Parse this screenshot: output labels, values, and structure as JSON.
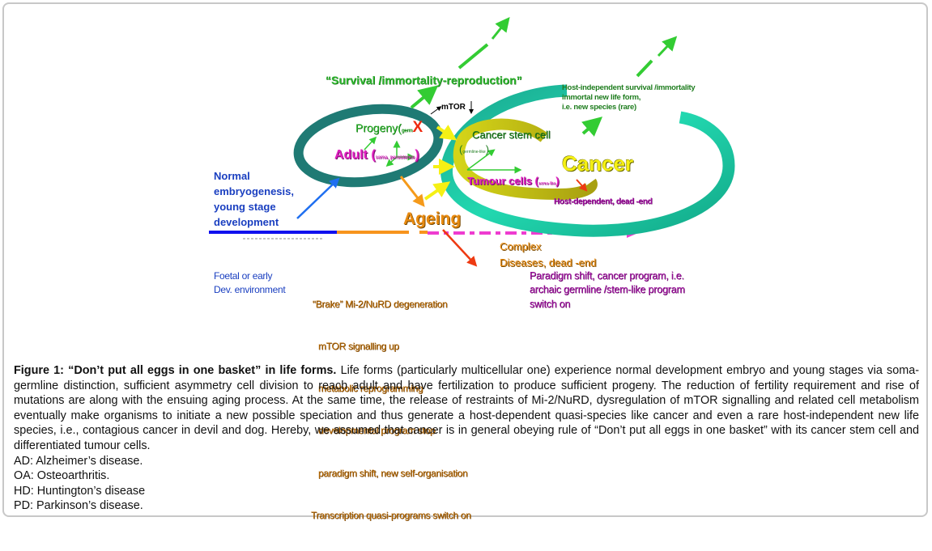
{
  "figure": {
    "labels": {
      "survival": "“Survival /immortality-reproduction”",
      "host_independent": [
        "Host-independent survival /immortality",
        "immortal new life form,",
        "i.e. new species (rare)"
      ],
      "mtor": "mTOR",
      "progeny": "Progeny(",
      "progeny_sub": "germ",
      "x_mark": "X",
      "adult": "Adult (",
      "adult_sub": "soma, persistence",
      "adult_close": ")",
      "cancer_stem_cell": "Cancer stem cell",
      "cancer_stem_sub": "germline-like",
      "cancer": "Cancer",
      "tumour_cells": "Tumour cells (",
      "tumour_sub": "soma-like",
      "tumour_close": ")",
      "host_dependent": "Host-dependent, dead -end",
      "normal_dev": [
        "Normal",
        "embryogenesis,",
        "young stage",
        "development"
      ],
      "ageing": "Ageing",
      "complex": "Complex",
      "diseases": "Diseases, dead -end",
      "foetal": [
        "Foetal or early",
        "Dev. environment"
      ],
      "brake_list": [
        "“Brake” Mi-2/NuRD degeneration",
        " mTOR signalling up",
        " metabolic reprogramming",
        " developmental program stop",
        " paradigm shift, new self-organisation",
        "Transcription quasi-programs switch on"
      ],
      "paradigm": [
        "Paradigm shift, cancer program, i.e.",
        "archaic germline /stem-like program",
        "switch on"
      ]
    },
    "colors": {
      "teal_ring": "#1f8a80",
      "cancer_ring": "#1ecca8",
      "stem_ring": "#c8c814",
      "arrow_green": "#33cc33",
      "arrow_yellow": "#f5f014",
      "arrow_orange": "#f59a1a",
      "arrow_red": "#ee3a12",
      "arrow_blue": "#1f6ff0",
      "timeline_blue": "#1010ee",
      "timeline_orange": "#f7941d",
      "timeline_pink": "#ee3cd0"
    }
  },
  "caption": {
    "title": "Figure 1: “Don’t put all eggs in one basket” in life forms.",
    "body": " Life forms (particularly multicellular one) experience normal development embryo and young stages via soma-germline distinction, sufficient asymmetry cell division to reach adult and have fertilization to produce sufficient progeny. The reduction of fertility requirement and rise of mutations are along with the ensuing aging process. At the same time, the release of restraints of Mi-2/NuRD, dysregulation of mTOR signalling and related cell metabolism eventually make organisms to initiate a new possible speciation and thus generate a host-dependent quasi-species like cancer and even a rare host-independent new life species, i.e., contagious cancer in devil and dog. Hereby, we assumed that cancer is in general obeying rule of “Don’t put all eggs in one basket” with its cancer stem cell and differentiated tumour cells.",
    "abbreviations": [
      "AD: Alzheimer’s disease.",
      "OA: Osteoarthritis.",
      "HD: Huntington’s disease",
      "PD: Parkinson’s disease."
    ]
  }
}
